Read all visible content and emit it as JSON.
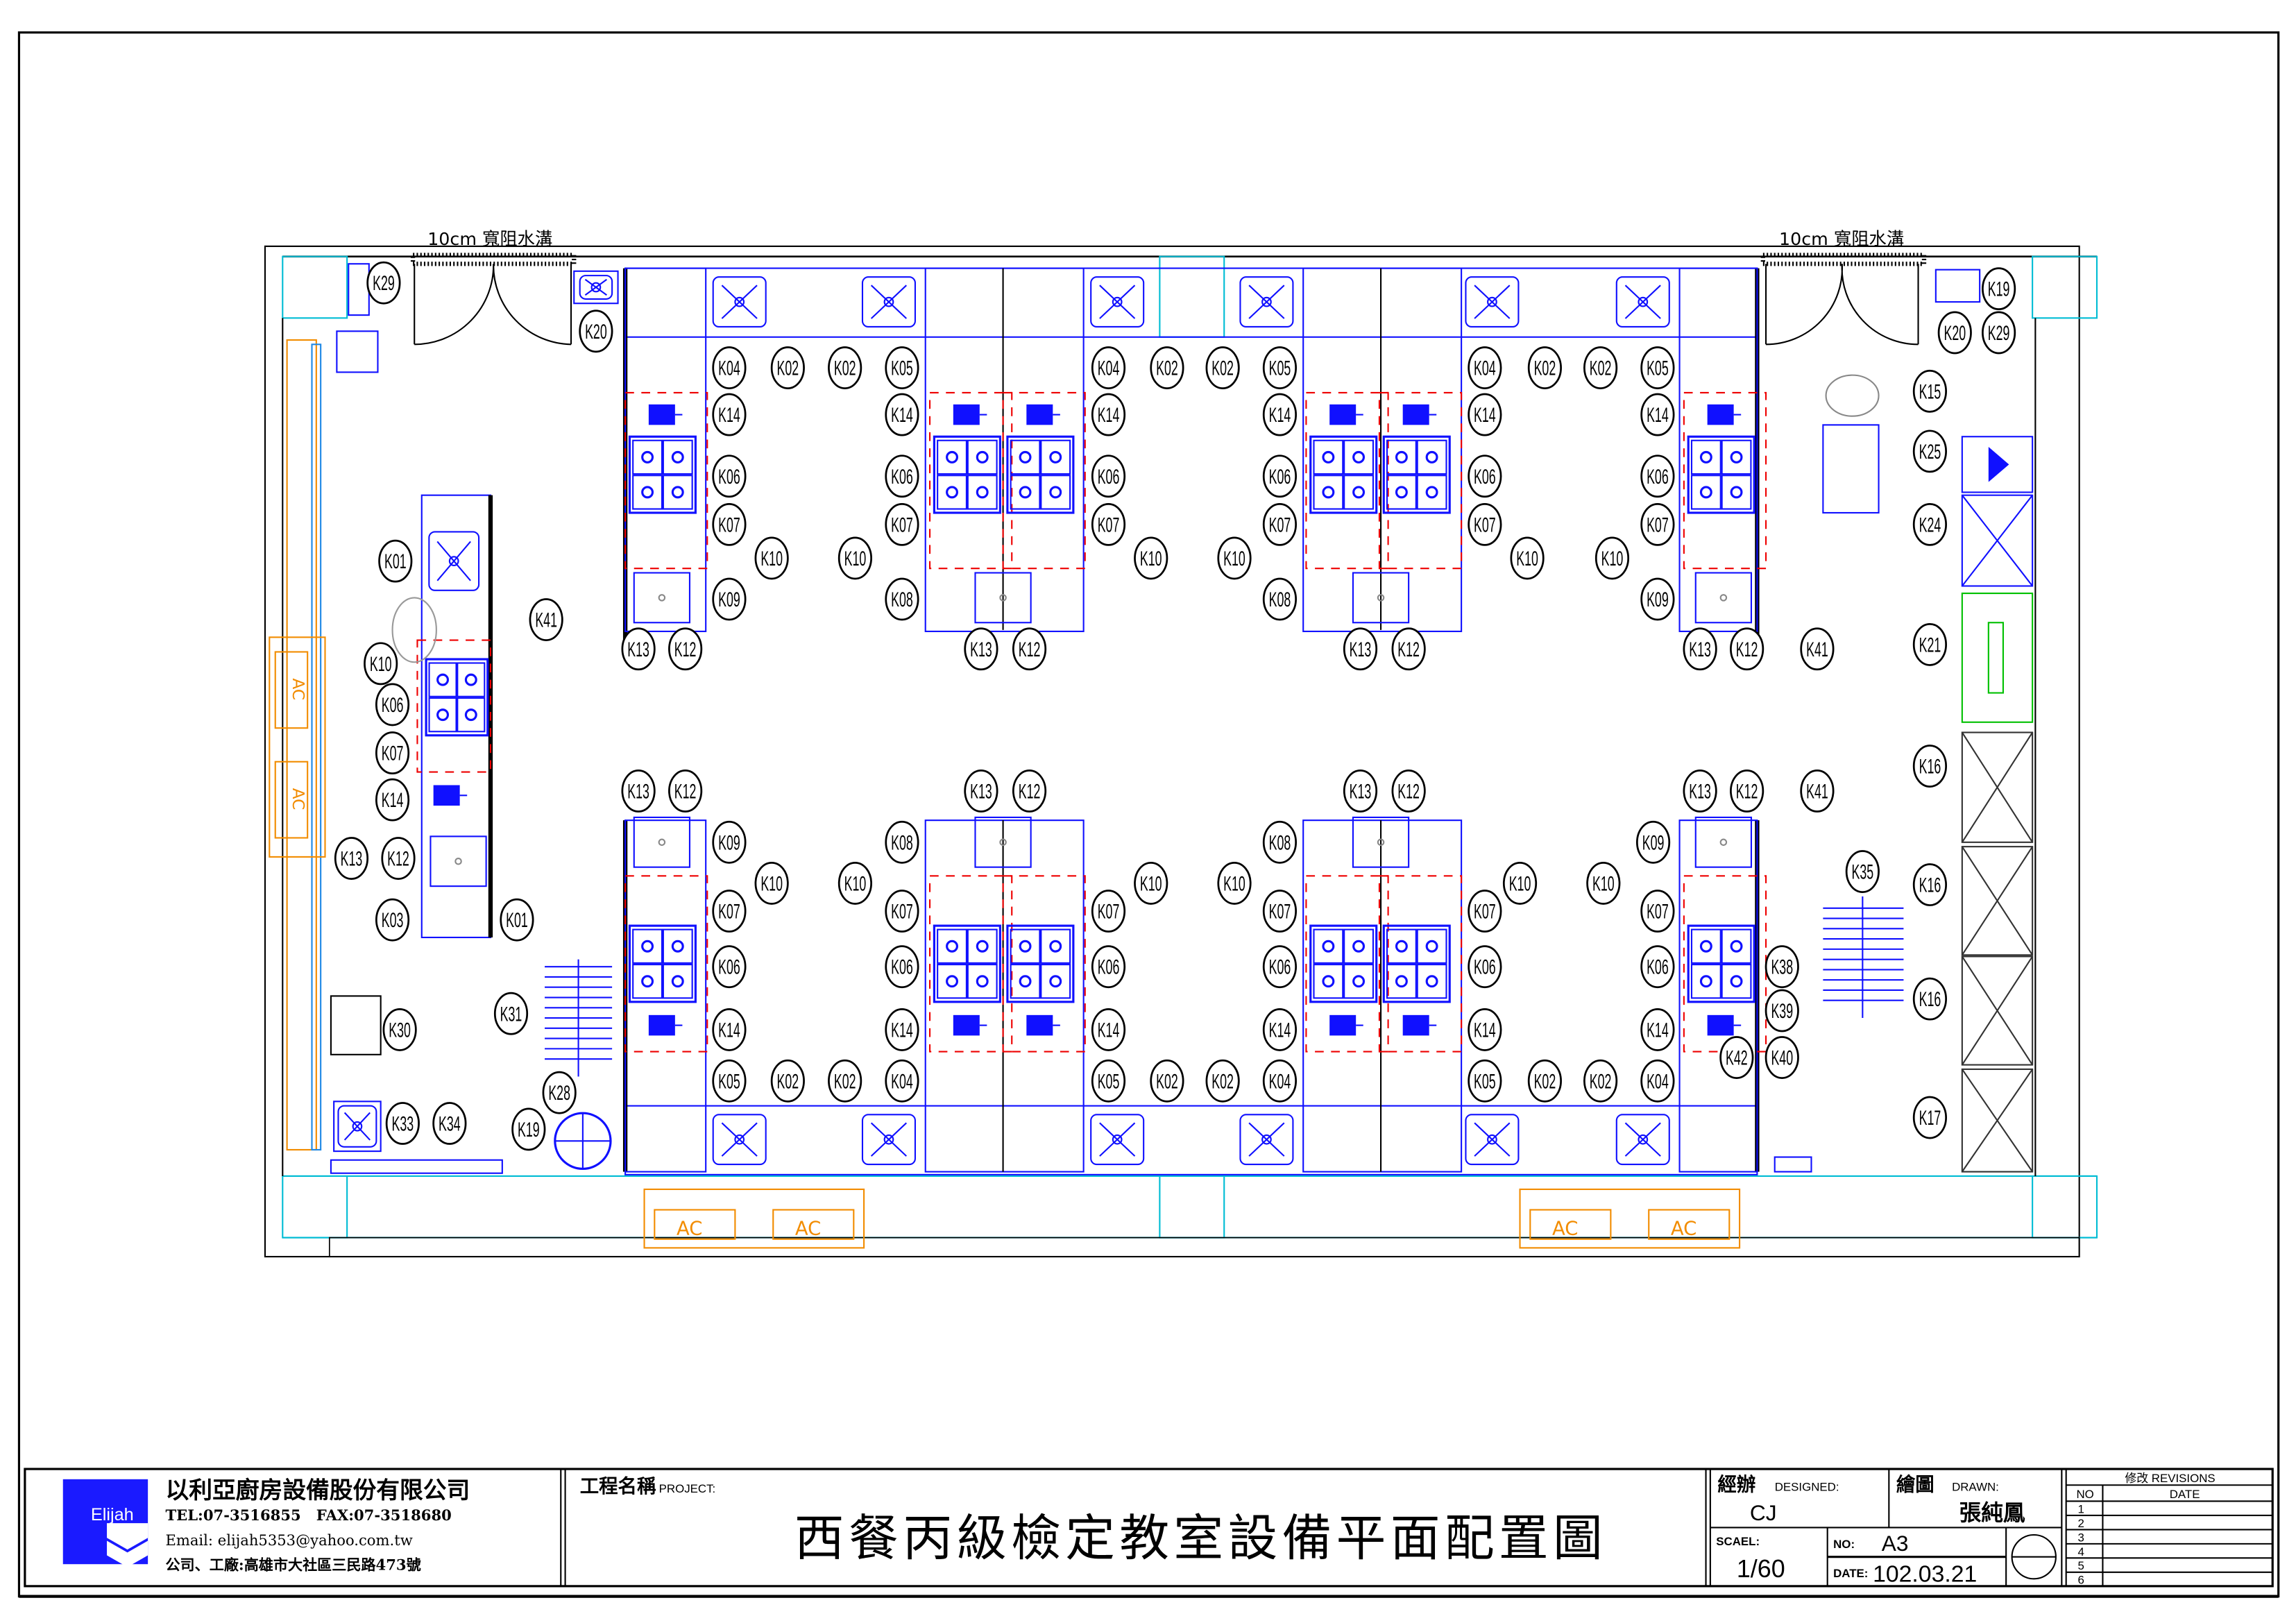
{
  "drawing": {
    "drain_labels": [
      "10cm 寬阻水溝",
      "10cm 寬阻水溝"
    ],
    "ac_labels": [
      "AC",
      "AC",
      "AC",
      "AC",
      "AC",
      "AC"
    ],
    "tags": [
      "K29",
      "K20",
      "K04",
      "K02",
      "K02",
      "K05",
      "K14",
      "K14",
      "K06",
      "K06",
      "K07",
      "K07",
      "K10",
      "K10",
      "K09",
      "K08",
      "K13",
      "K12",
      "K13",
      "K12",
      "K04",
      "K02",
      "K02",
      "K05",
      "K14",
      "K14",
      "K06",
      "K06",
      "K07",
      "K07",
      "K10",
      "K10",
      "K08",
      "K13",
      "K12",
      "K04",
      "K02",
      "K02",
      "K05",
      "K14",
      "K14",
      "K06",
      "K06",
      "K07",
      "K07",
      "K10",
      "K10",
      "K09",
      "K13",
      "K12",
      "K41",
      "K19",
      "K20",
      "K29",
      "K15",
      "K25",
      "K24",
      "K21",
      "K16",
      "K16",
      "K16",
      "K17",
      "K01",
      "K41",
      "K10",
      "K06",
      "K07",
      "K14",
      "K13",
      "K12",
      "K03",
      "K01",
      "K30",
      "K31",
      "K28",
      "K19",
      "K33",
      "K34",
      "K13",
      "K12",
      "K13",
      "K12",
      "K13",
      "K12",
      "K13",
      "K12",
      "K41",
      "K09",
      "K10",
      "K10",
      "K08",
      "K07",
      "K07",
      "K06",
      "K06",
      "K14",
      "K14",
      "K05",
      "K02",
      "K02",
      "K04",
      "K07",
      "K10",
      "K10",
      "K08",
      "K07",
      "K06",
      "K06",
      "K14",
      "K14",
      "K05",
      "K02",
      "K02",
      "K04",
      "K07",
      "K10",
      "K10",
      "K09",
      "K07",
      "K06",
      "K06",
      "K14",
      "K14",
      "K05",
      "K02",
      "K02",
      "K04",
      "K35",
      "K38",
      "K39",
      "K42",
      "K40"
    ]
  },
  "title_block": {
    "company_name": "以利亞廚房設備股份有限公司",
    "logo_text": "Elijah",
    "tel_fax": "TEL:07-3516855   FAX:07-3518680",
    "email": "Email: elijah5353@yahoo.com.tw",
    "address": "公司、工廠:高雄市大社區三民路473號",
    "project_label": "工程名稱",
    "project_label_en": "PROJECT:",
    "project_title": "西餐丙級檢定教室設備平面配置圖",
    "designed_label": "經辦",
    "designed_label_en": "DESIGNED:",
    "designed_value": "CJ",
    "drawn_label": "繪圖",
    "drawn_label_en": "DRAWN:",
    "drawn_value": "張純鳳",
    "scale_label": "SCAEL:",
    "scale_value": "1/60",
    "no_label": "NO:",
    "no_value": "A3",
    "date_label": "DATE:",
    "date_value": "102.03.21",
    "revisions_label": "修改 REVISIONS",
    "rev_no_header": "NO",
    "rev_date_header": "DATE",
    "rev_rows": [
      "1",
      "2",
      "3",
      "4",
      "5",
      "6"
    ]
  }
}
